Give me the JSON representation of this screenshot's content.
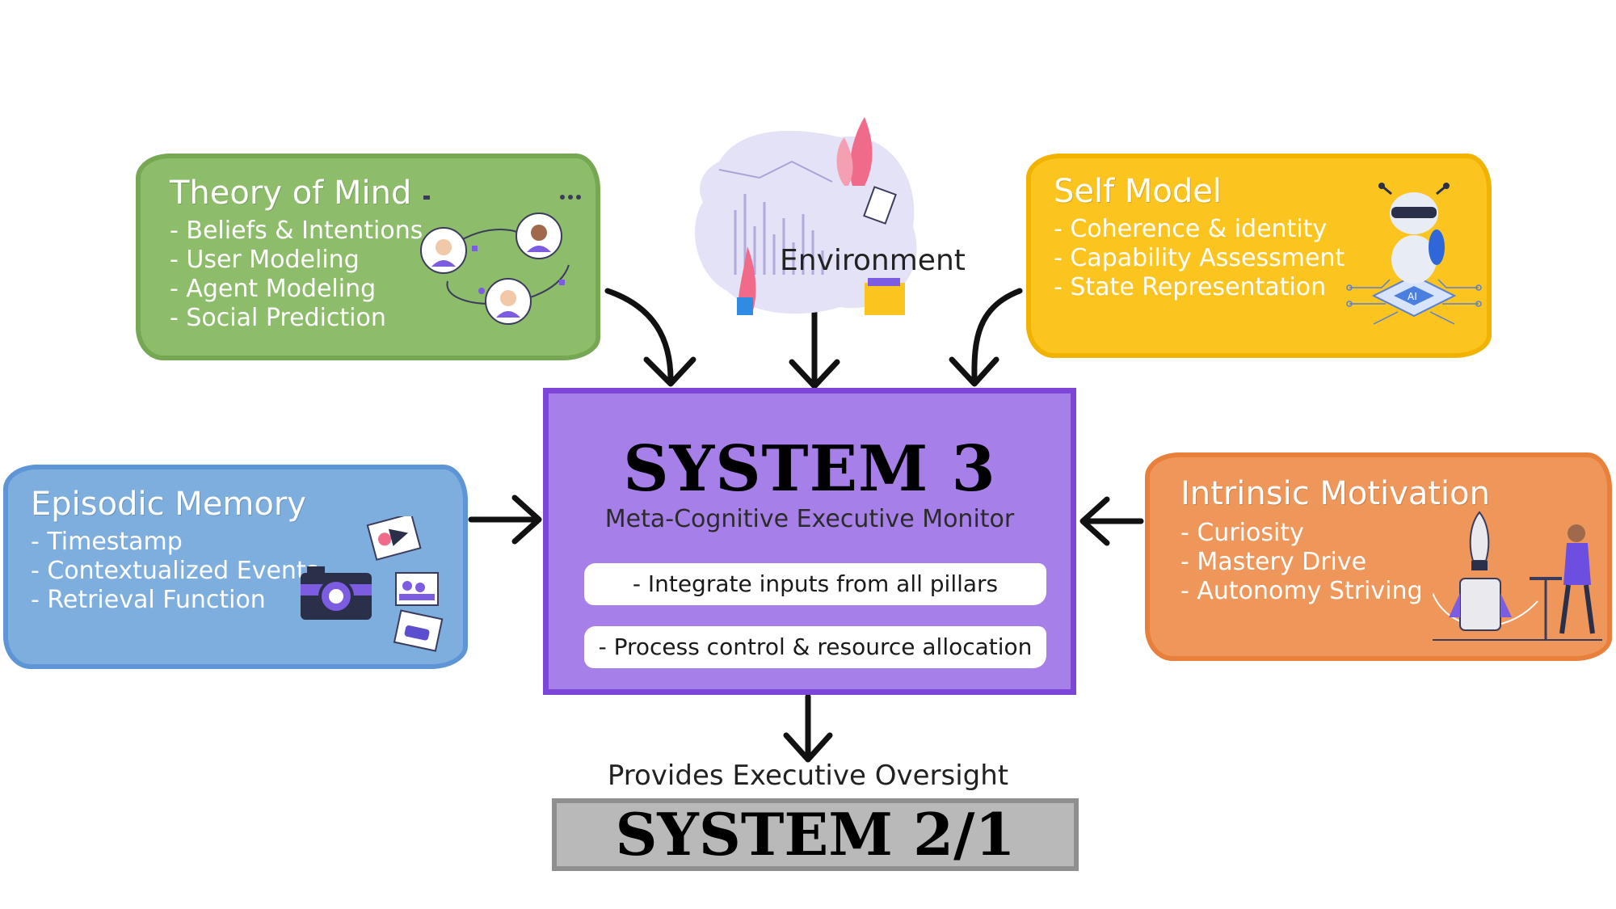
{
  "theory_of_mind": {
    "title": "Theory of Mind",
    "items": [
      "- Beliefs & Intentions",
      "- User Modeling",
      "- Agent Modeling",
      "- Social Prediction"
    ]
  },
  "environment": {
    "label": "Environment"
  },
  "self_model": {
    "title": "Self Model",
    "items": [
      "- Coherence & identity",
      "- Capability Assessment",
      "- State Representation"
    ]
  },
  "episodic_memory": {
    "title": "Episodic Memory",
    "items": [
      "- Timestamp",
      "- Contextualized Events",
      "- Retrieval Function"
    ]
  },
  "intrinsic_motivation": {
    "title": "Intrinsic Motivation",
    "items": [
      "- Curiosity",
      "- Mastery Drive",
      "- Autonomy Striving"
    ]
  },
  "system3": {
    "title": "SYSTEM 3",
    "subtitle": "Meta-Cognitive Executive Monitor",
    "functions": [
      "- Integrate inputs from all pillars",
      "- Process control & resource allocation"
    ]
  },
  "oversight_label": "Provides Executive Oversight",
  "system21": {
    "title": "SYSTEM 2/1"
  },
  "colors": {
    "theory_of_mind": "#8dbd6a",
    "self_model": "#fcc41e",
    "episodic_memory": "#7eaede",
    "intrinsic_motivation": "#ef975a",
    "system3": "#a77fe9",
    "system21": "#b9b9b9"
  },
  "icons": {
    "theory_of_mind": "people-network-icon",
    "environment": "chart-plant-icon",
    "self_model": "ai-robot-chip-icon",
    "episodic_memory": "camera-photos-icon",
    "intrinsic_motivation": "rocket-person-icon"
  }
}
